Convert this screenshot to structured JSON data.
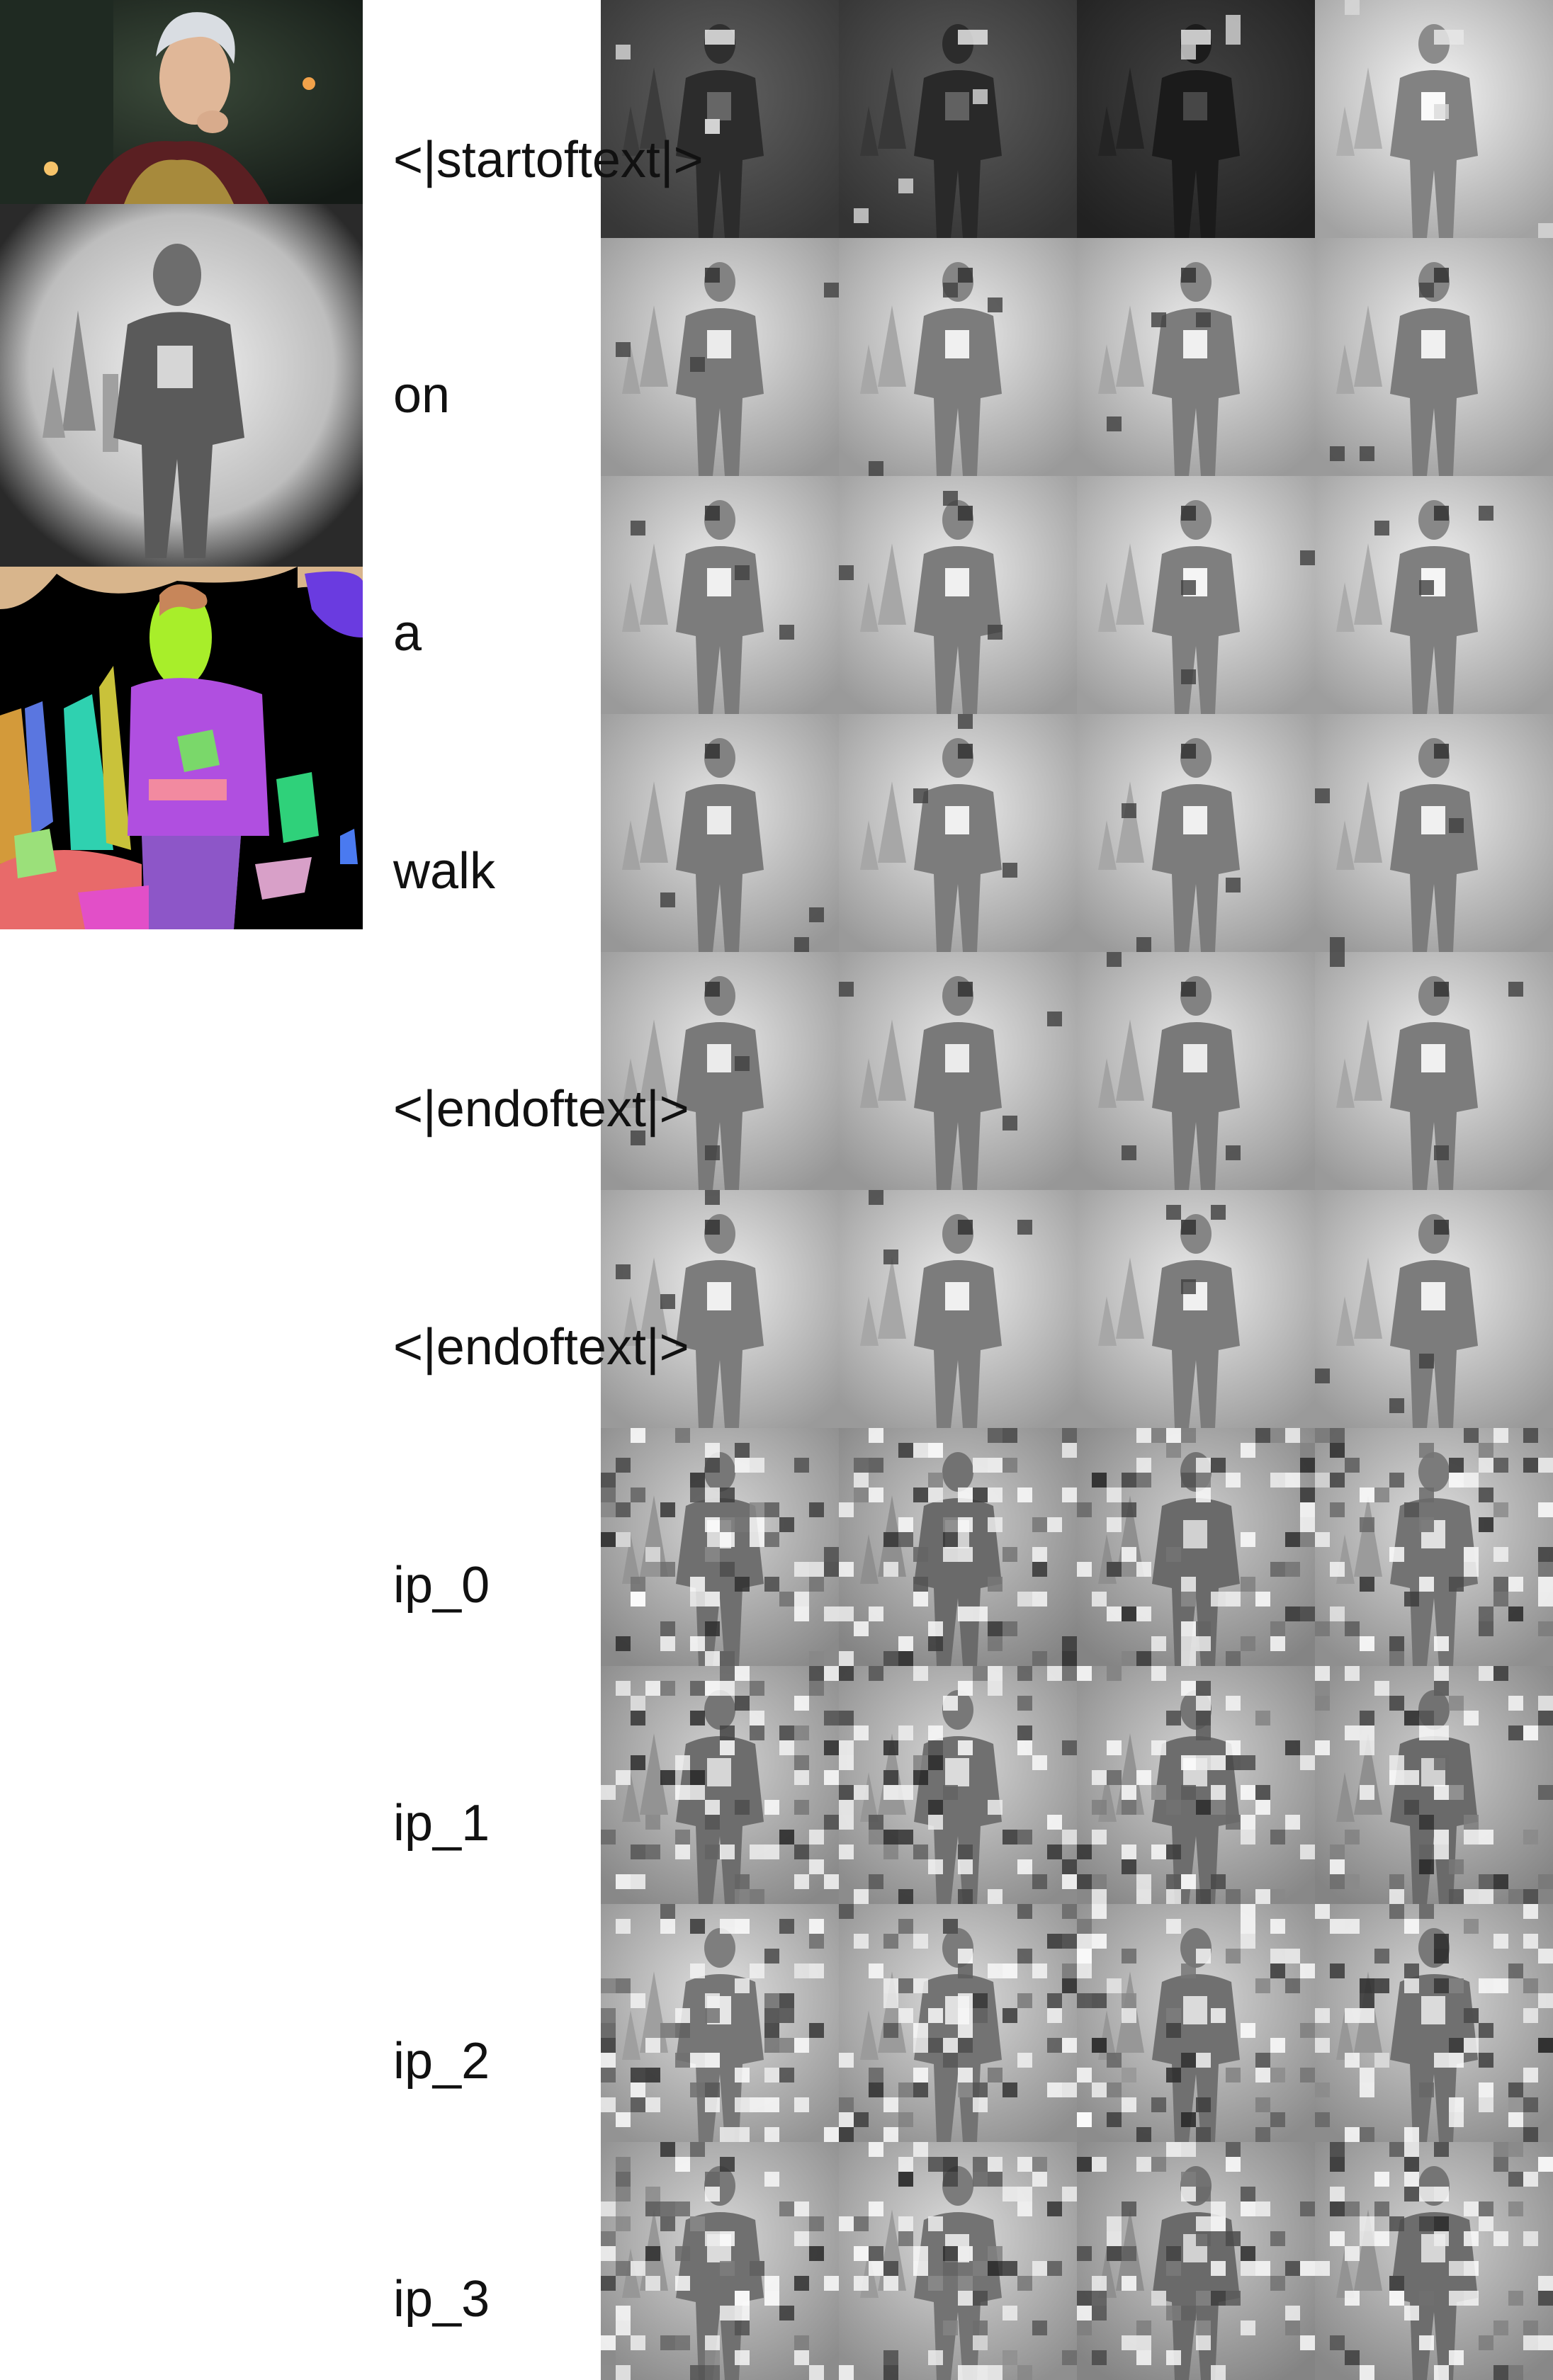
{
  "tokens": [
    {
      "label": "<|startoftext|>"
    },
    {
      "label": "on"
    },
    {
      "label": "a"
    },
    {
      "label": "walk"
    },
    {
      "label": "<|endoftext|>"
    },
    {
      "label": "<|endoftext|>"
    },
    {
      "label": "ip_0"
    },
    {
      "label": "ip_1"
    },
    {
      "label": "ip_2"
    },
    {
      "label": "ip_3"
    }
  ],
  "rows": [
    {
      "shade": "dark",
      "levels": [
        0.3,
        0.28,
        0.18,
        0.88
      ]
    },
    {
      "shade": "light",
      "levels": [
        0.82,
        0.84,
        0.84,
        0.84
      ]
    },
    {
      "shade": "light",
      "levels": [
        0.84,
        0.84,
        0.86,
        0.86
      ]
    },
    {
      "shade": "light",
      "levels": [
        0.82,
        0.84,
        0.84,
        0.84
      ]
    },
    {
      "shade": "light",
      "levels": [
        0.82,
        0.82,
        0.82,
        0.84
      ]
    },
    {
      "shade": "light",
      "levels": [
        0.84,
        0.84,
        0.84,
        0.84
      ]
    },
    {
      "shade": "noisy",
      "levels": [
        0.75,
        0.72,
        0.72,
        0.78
      ]
    },
    {
      "shade": "noisy",
      "levels": [
        0.74,
        0.76,
        0.74,
        0.72
      ]
    },
    {
      "shade": "noisy",
      "levels": [
        0.8,
        0.78,
        0.76,
        0.76
      ]
    },
    {
      "shade": "noisy",
      "levels": [
        0.76,
        0.78,
        0.72,
        0.74
      ]
    }
  ],
  "colors": {
    "background": "#ffffff",
    "label": "#111111"
  }
}
